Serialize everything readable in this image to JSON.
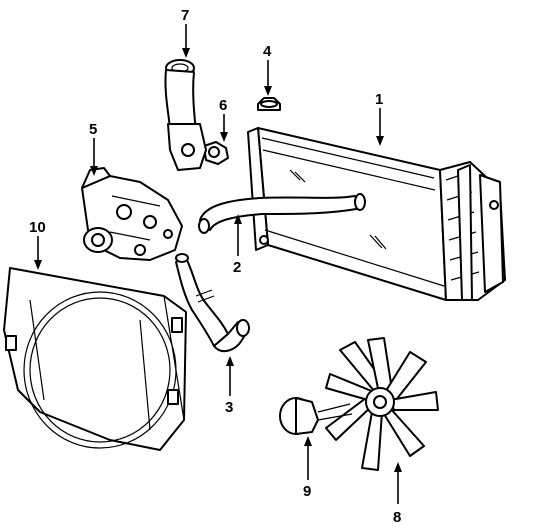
{
  "callouts": [
    {
      "id": "1",
      "label": "1",
      "part": "radiator"
    },
    {
      "id": "2",
      "label": "2",
      "part": "upper-hose"
    },
    {
      "id": "3",
      "label": "3",
      "part": "lower-hose"
    },
    {
      "id": "4",
      "label": "4",
      "part": "radiator-cap"
    },
    {
      "id": "5",
      "label": "5",
      "part": "water-pump"
    },
    {
      "id": "6",
      "label": "6",
      "part": "thermostat"
    },
    {
      "id": "7",
      "label": "7",
      "part": "water-outlet"
    },
    {
      "id": "8",
      "label": "8",
      "part": "fan-blade"
    },
    {
      "id": "9",
      "label": "9",
      "part": "fan-clutch"
    },
    {
      "id": "10",
      "label": "10",
      "part": "fan-shroud"
    }
  ],
  "colors": {
    "line": "#000000",
    "background": "#ffffff"
  }
}
